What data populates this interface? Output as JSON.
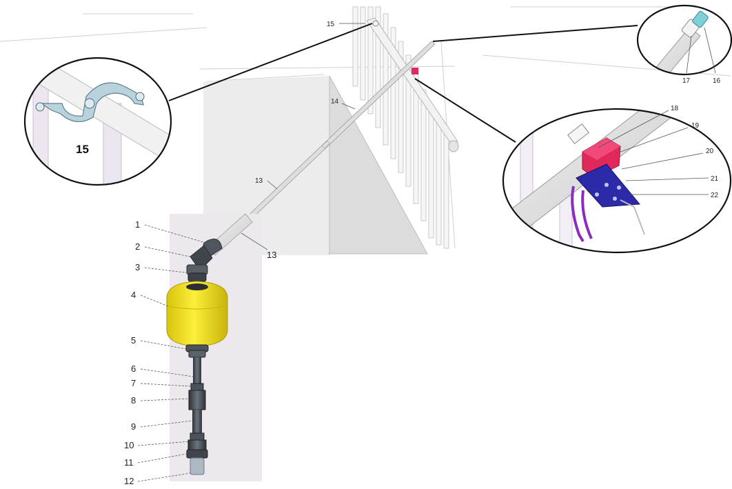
{
  "callouts": {
    "inset_clamp_label": "15",
    "top_clamp": "15",
    "rod_upper": "14",
    "rod_mid": "13",
    "rod_lower": "13",
    "connector_a": "16",
    "connector_b": "17",
    "bracket_18": "18",
    "bracket_19": "19",
    "bracket_20": "20",
    "bracket_21": "21",
    "bracket_22": "22",
    "float_parts": [
      "1",
      "2",
      "3",
      "4",
      "5",
      "6",
      "7",
      "8",
      "9",
      "10",
      "11",
      "12"
    ]
  },
  "colors": {
    "float_body": "#f2e21e",
    "mount_block": "#e0285a",
    "mount_plate": "#2c2aa8",
    "mount_straps": "#8a2cc0",
    "pipe_dark": "#4a5058",
    "clamp": "#b9d3dd",
    "connector": "#7fd0d8"
  }
}
